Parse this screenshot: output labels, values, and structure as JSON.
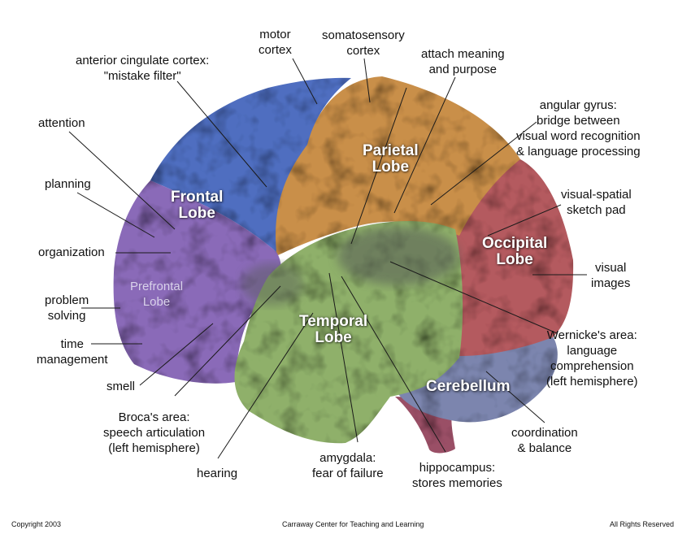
{
  "colors": {
    "frontal": "#4f6ec0",
    "prefrontal": "#8a6bb8",
    "parietal": "#c98f4a",
    "occipital": "#b45a5e",
    "temporal": "#8fb06a",
    "cerebellum": "#7c85ae",
    "brainstem": "#9a4f66",
    "limbic_shadow": "#555a55"
  },
  "lobes": {
    "frontal": "Frontal\nLobe",
    "prefrontal": "Prefrontal\nLobe",
    "parietal": "Parietal\nLobe",
    "occipital": "Occipital\nLobe",
    "temporal": "Temporal\nLobe",
    "cerebellum": "Cerebellum"
  },
  "labels": {
    "motor_cortex": "motor\ncortex",
    "somatosensory_cortex": "somatosensory\ncortex",
    "attach_meaning": "attach meaning\nand purpose",
    "anterior_cingulate": "anterior cingulate cortex:\n\"mistake filter\"",
    "attention": "attention",
    "angular_gyrus": "angular gyrus:\nbridge between\nvisual word recognition\n& language processing",
    "planning": "planning",
    "visual_spatial": "visual-spatial\nsketch pad",
    "organization": "organization",
    "visual_images": "visual\nimages",
    "problem_solving": "problem\nsolving",
    "time_management": "time\nmanagement",
    "wernicke": "Wernicke's area:\nlanguage\ncomprehension\n(left hemisphere)",
    "smell": "smell",
    "broca": "Broca's area:\nspeech articulation\n(left hemisphere)",
    "coordination": "coordination\n& balance",
    "hearing": "hearing",
    "amygdala": "amygdala:\nfear of failure",
    "hippocampus": "hippocampus:\nstores memories"
  },
  "footer": {
    "copyright": "Copyright 2003",
    "center": "Carraway Center for Teaching and Learning",
    "rights": "All Rights Reserved"
  }
}
